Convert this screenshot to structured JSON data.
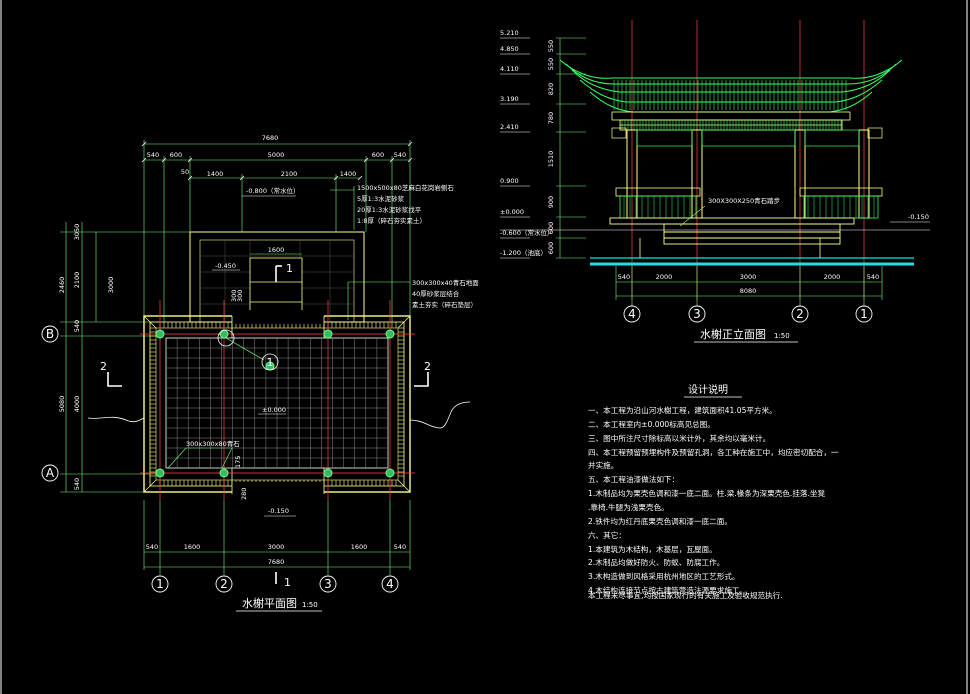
{
  "plan": {
    "caption": "水榭平面图",
    "scale": "1:50",
    "top_total": "7680",
    "top_parts": [
      "540",
      "600",
      "5000",
      "600",
      "540"
    ],
    "top_inner": [
      "1400",
      "2100",
      "1400"
    ],
    "top_small": "50",
    "bottom_parts": [
      "540",
      "1600",
      "3000",
      "1600",
      "540"
    ],
    "bottom_total": "7680",
    "left_outer": "2460",
    "left_mid": [
      "3050",
      "2100"
    ],
    "left_inner": "3000",
    "left_lower": [
      "540",
      "5080",
      "4000",
      "540"
    ],
    "inner_1600": "1600",
    "lvl_top": "-0.800（常水位）",
    "lvl_step": "-0.450",
    "lvl_center": "±0.000",
    "lvl_bottom": "-0.150",
    "small_dims": [
      "300",
      "300",
      "175",
      "280"
    ],
    "callout_left": "300x300x80青石",
    "notes_top": [
      "1500x500x80芝麻白花岗岩侧石",
      "5厚1:3水泥砂浆",
      "20厚1:3水泥砂浆找平",
      "1:8厚（碎石夯实素土）"
    ],
    "notes_mid": [
      "300x300x40青石地面",
      "40厚砂浆层结合",
      "素土夯实（碎石垫层）"
    ],
    "axis_letters": [
      "B",
      "A"
    ],
    "axis_numbers": [
      "1",
      "2",
      "3",
      "4"
    ],
    "section_mark": "1",
    "side_mark": "2"
  },
  "elevation": {
    "caption": "水榭正立面图",
    "scale": "1:50",
    "levels": [
      "5.210",
      "4.850",
      "4.110",
      "3.190",
      "2.410",
      "0.900",
      "±0.000",
      "-0.600（常水位）",
      "-1.200（池底）"
    ],
    "vertical_dims": [
      "550",
      "550",
      "820",
      "780",
      "1510",
      "900",
      "600",
      "600"
    ],
    "bottom_parts": [
      "540",
      "2000",
      "3000",
      "2000",
      "540"
    ],
    "bottom_total": "8080",
    "axis_numbers": [
      "4",
      "3",
      "2",
      "1"
    ],
    "callout": "300X300X250青石踏步",
    "lvl_right": "-0.150"
  },
  "notes": {
    "title": "设计说明",
    "lines": [
      "一、本工程为沿山河水榭工程，建筑面积41.05平方米。",
      "二、本工程室内±0.000标高见总图。",
      "三、图中所注尺寸除标高以米计外，其余均以毫米计。",
      "四、本工程预留预埋构件及预留孔洞，各工种在施工中，均应密切配合，一",
      "并实施。",
      "五、本工程油漆做法如下：",
      "  1.木制品均为栗壳色调和漆一底二面。柱.梁.椽条为深栗壳色.挂落.坐凳",
      ".靠椅.牛腿为浅栗壳色。",
      "  2.铁件均为红丹底栗壳色调和漆一底二面。",
      "六、其它：",
      "  1.本建筑为木结构，木基层，瓦屋面。",
      "  2.木制品均做好防火、防蚁、防腐工作。",
      "  3.木构造做到风格采用杭州地区的工艺形式。",
      "  4.木结构连接节点按古建筑营造法源要求施工。",
      "",
      "本工程未尽事宜,均按国家现行的有关施工及验收规范执行."
    ]
  }
}
